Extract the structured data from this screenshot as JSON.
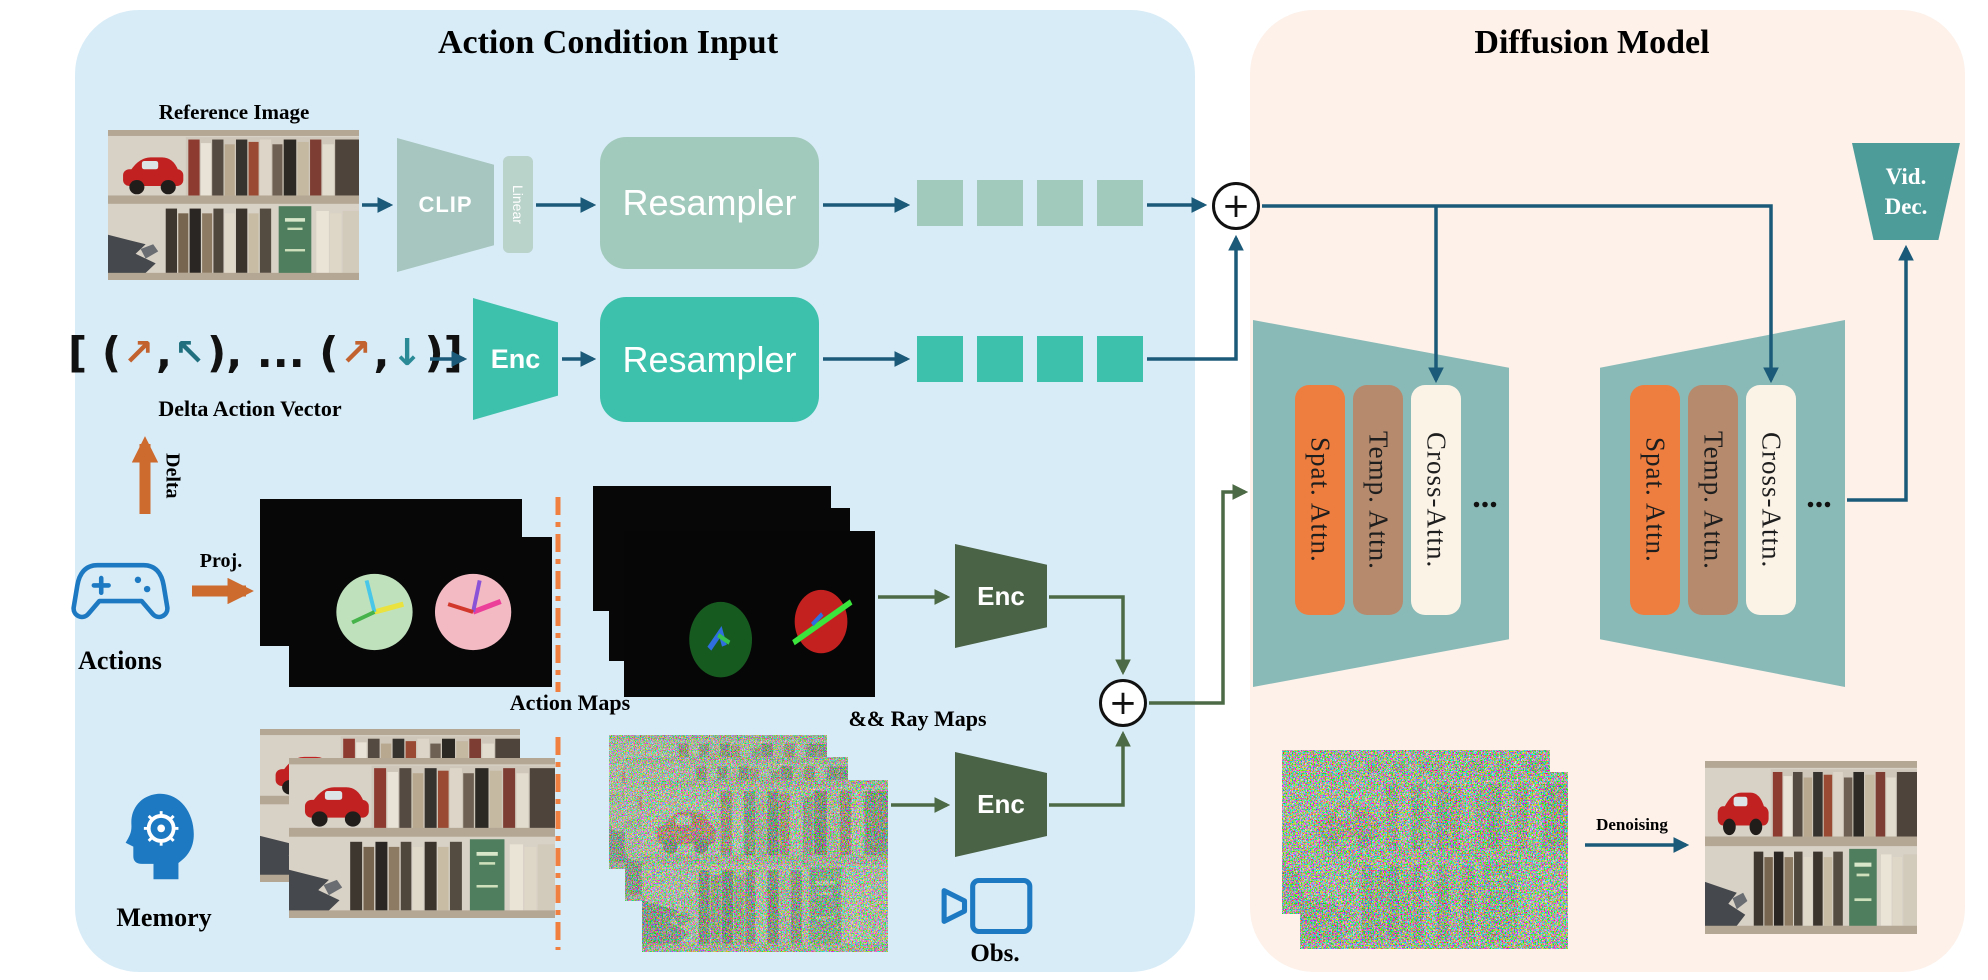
{
  "figure": {
    "left_panel_title": "Action Condition Input",
    "right_panel_title": "Diffusion Model"
  },
  "labels": {
    "reference_image": "Reference Image",
    "delta_action_vector": "Delta Action Vector",
    "delta": "Delta",
    "proj": "Proj.",
    "actions": "Actions",
    "action_maps": "Action Maps",
    "ray_maps": "&& Ray Maps",
    "memory": "Memory",
    "obs": "Obs.",
    "denoising": "Denoising"
  },
  "boxes": {
    "clip": "CLIP",
    "linear": "Linear",
    "resampler_image": "Resampler",
    "resampler_action": "Resampler",
    "enc_action": "Enc",
    "enc_ray": "Enc",
    "enc_obs": "Enc",
    "vid_dec_line1": "Vid.",
    "vid_dec_line2": "Dec."
  },
  "operators": {
    "plus": "+",
    "ellipsis": "..."
  },
  "action_vector": {
    "parts": [
      "[ (",
      "↗",
      ",",
      "↖",
      "), ... (",
      "↗",
      ",",
      "↓",
      ")]"
    ]
  },
  "diffusion_blocks": [
    {
      "pills": [
        "Spat. Attn.",
        "Temp. Attn.",
        "Cross-Attn."
      ]
    },
    {
      "pills": [
        "Spat. Attn.",
        "Temp. Attn.",
        "Cross-Attn."
      ]
    }
  ],
  "colors": {
    "panel_left_bg": "#d8ecf7",
    "panel_right_bg": "#fdf1ea",
    "arrow_blue": "#1b5a78",
    "arrow_green": "#4c6a45",
    "arrow_orange": "#cd6a2e",
    "separator_orange": "#f08040",
    "clip_box": "#a6c6bf",
    "linear_box": "#b9d2ca",
    "resampler_image_box": "#a2cabc",
    "resampler_action_box": "#3ec1ac",
    "enc_dark_box": "#4a6245",
    "unet_block": "#8abab7",
    "vid_dec_box": "#4d9c9a",
    "pill_spat": "#ee7e3f",
    "pill_temp": "#b58a6d",
    "pill_cross": "#fcf3e7",
    "icon_blue": "#1d79c2"
  }
}
